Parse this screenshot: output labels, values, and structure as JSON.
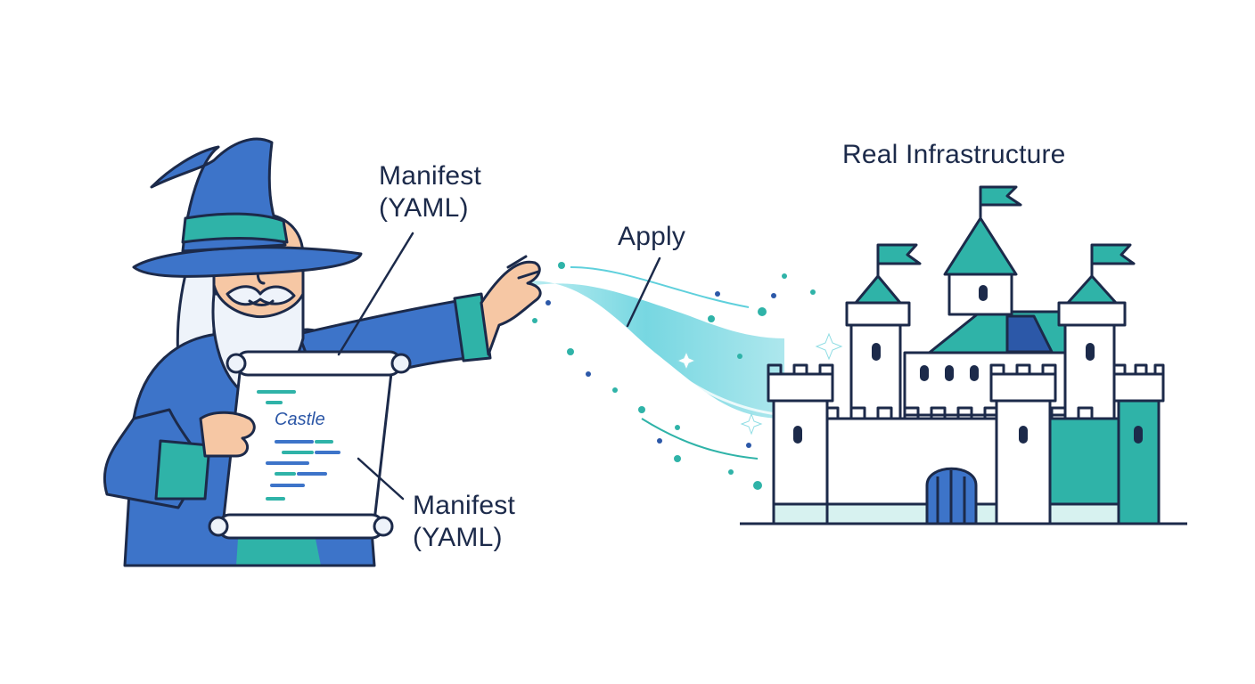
{
  "labels": {
    "manifest_top": {
      "line1": "Manifest",
      "line2": "(YAML)"
    },
    "manifest_bottom": {
      "line1": "Manifest",
      "line2": "(YAML)"
    },
    "apply": "Apply",
    "real_infrastructure": "Real Infrastructure",
    "scroll_title": "Castle"
  },
  "colors": {
    "outline": "#1c2a4a",
    "wizard_blue": "#3d74c9",
    "wizard_blue_dark": "#2c58a8",
    "teal": "#2fb3a8",
    "teal_light": "#7fd8d0",
    "magic_cyan": "#5fd0dc",
    "castle_white": "#ffffff",
    "castle_light": "#d7f2f0",
    "skin": "#f6c7a4",
    "beard": "#eef3fa"
  },
  "icons": {
    "wizard": "wizard-illustration",
    "scroll": "scroll-icon",
    "magic_stream": "magic-stream-icon",
    "castle": "castle-icon",
    "flag": "flag-icon"
  }
}
